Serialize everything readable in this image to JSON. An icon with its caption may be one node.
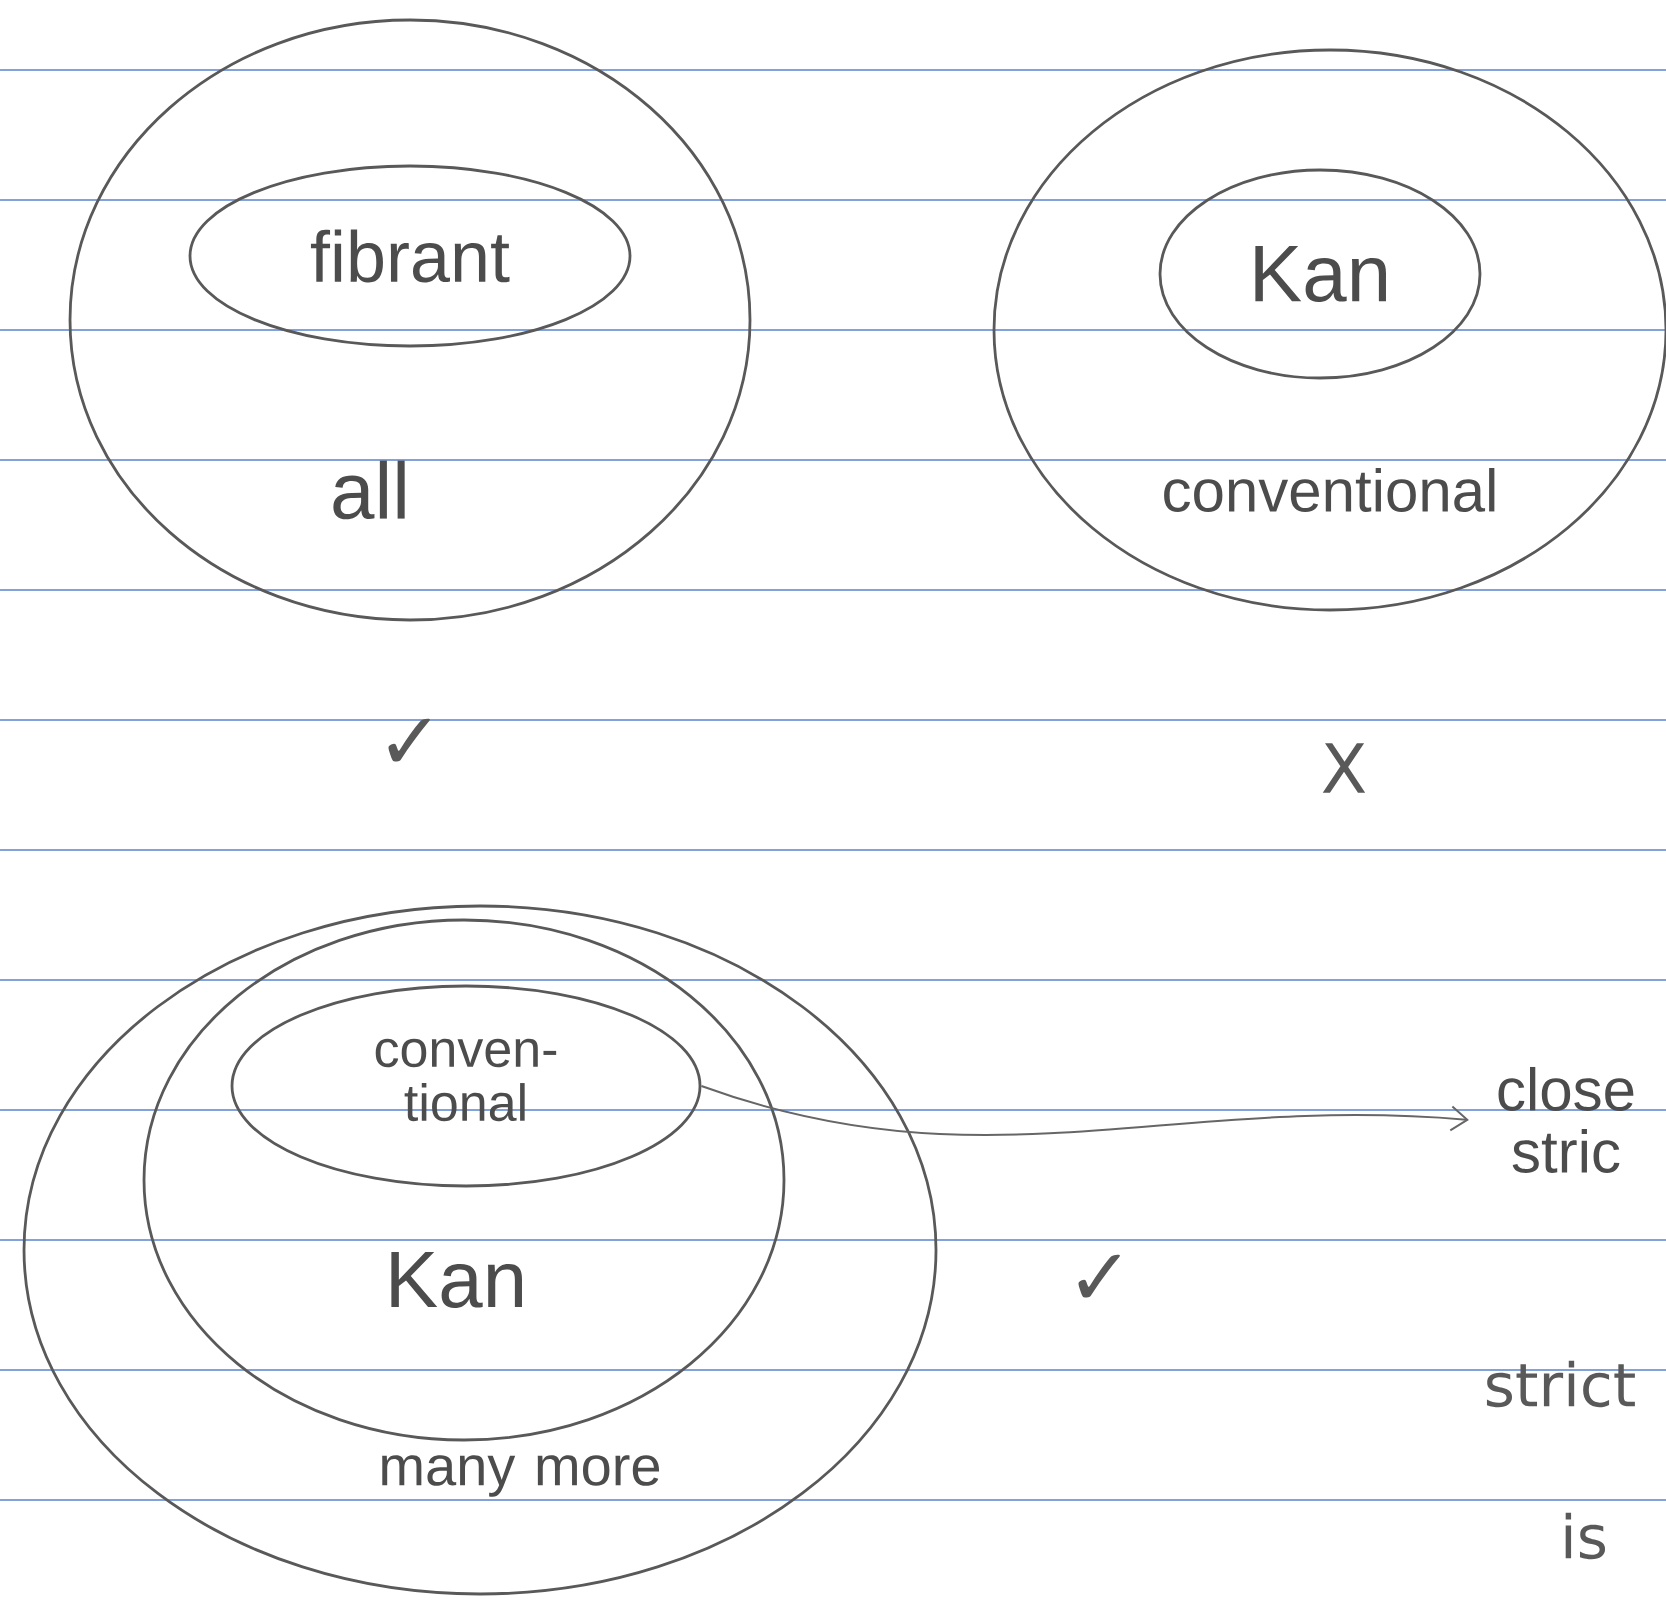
{
  "diagram": {
    "nodes": [
      {
        "text": [
          "all"
        ]
      },
      {
        "text": [
          "fibrant"
        ],
        "in": 0
      },
      {
        "text": [
          "conventional"
        ]
      },
      {
        "text": [
          "Kan"
        ],
        "in": 2
      },
      {
        "text": [
          "many more"
        ]
      },
      {
        "text": [
          "Kan"
        ],
        "in": 4
      },
      {
        "text": [
          "conven- tional"
        ],
        "in": 5
      },
      {
        "text": [
          "close stric"
        ]
      }
    ],
    "edges": [
      {
        "from": 6,
        "to": 7,
        "arrow": "to"
      }
    ],
    "labels": [
      "✓",
      "X",
      "✓",
      "strict",
      "is"
    ]
  }
}
